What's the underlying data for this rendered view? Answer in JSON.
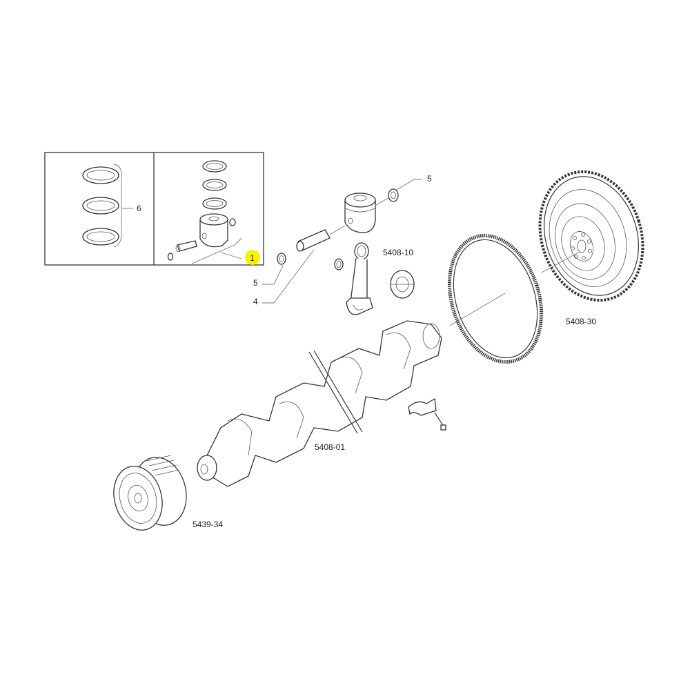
{
  "diagram": {
    "type": "exploded-parts-view",
    "subject": "crankshaft, pistons, connecting rod, flywheel assembly",
    "highlight_color": "#f7f200",
    "callouts": [
      {
        "id": "ring-set",
        "label": "6"
      },
      {
        "id": "piston-kit",
        "label": "1",
        "highlighted": true
      },
      {
        "id": "circlip-top",
        "label": "5"
      },
      {
        "id": "circlip-left",
        "label": "5"
      },
      {
        "id": "piston-pin",
        "label": "4"
      },
      {
        "id": "connecting-rod",
        "label": "5408-10"
      },
      {
        "id": "flywheel",
        "label": "5408-30"
      },
      {
        "id": "crankshaft",
        "label": "5408-01"
      },
      {
        "id": "pulley",
        "label": "5439-34"
      }
    ]
  }
}
